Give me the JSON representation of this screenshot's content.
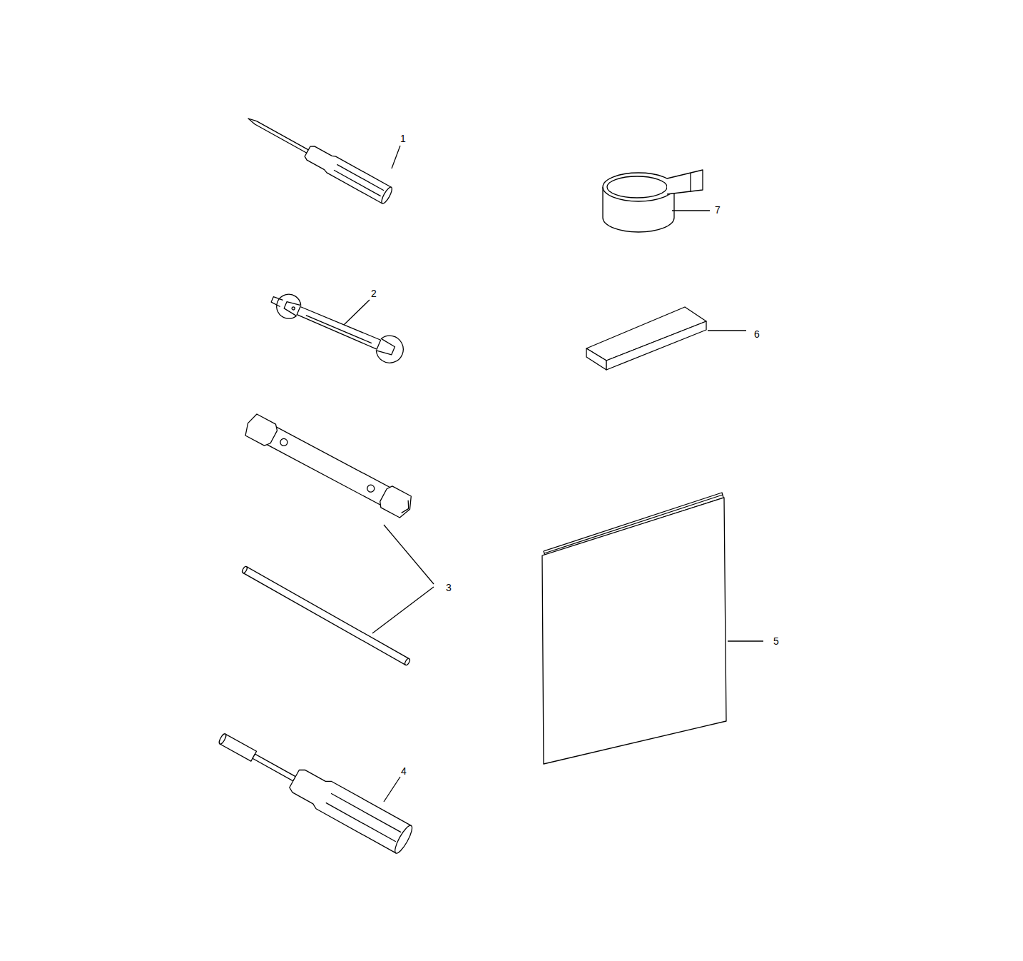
{
  "diagram": {
    "labels": [
      "1",
      "7",
      "2",
      "6",
      "3",
      "5",
      "4"
    ]
  }
}
